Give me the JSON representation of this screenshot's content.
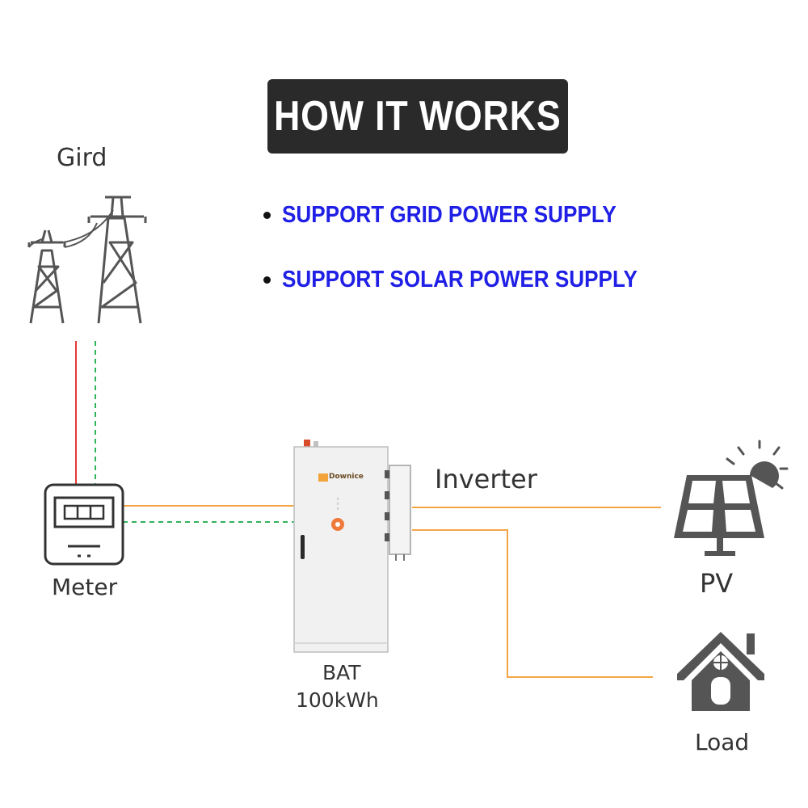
{
  "title": "HOW IT WORKS",
  "bullets": [
    "SUPPORT GRID POWER SUPPLY",
    "SUPPORT SOLAR POWER SUPPLY"
  ],
  "nodes": {
    "grid": "Gird",
    "meter": "Meter",
    "battery_line1": "BAT",
    "battery_line2": "100kWh",
    "inverter": "Inverter",
    "pv": "PV",
    "load": "Load"
  },
  "brand": "Downice",
  "colors": {
    "title_bg": "#2a2a2a",
    "bullet_text": "#1f1fe6",
    "power_line": "#f4a646",
    "grid_live": "#e53935",
    "comm_line": "#2fb35a",
    "icon": "#555555"
  }
}
